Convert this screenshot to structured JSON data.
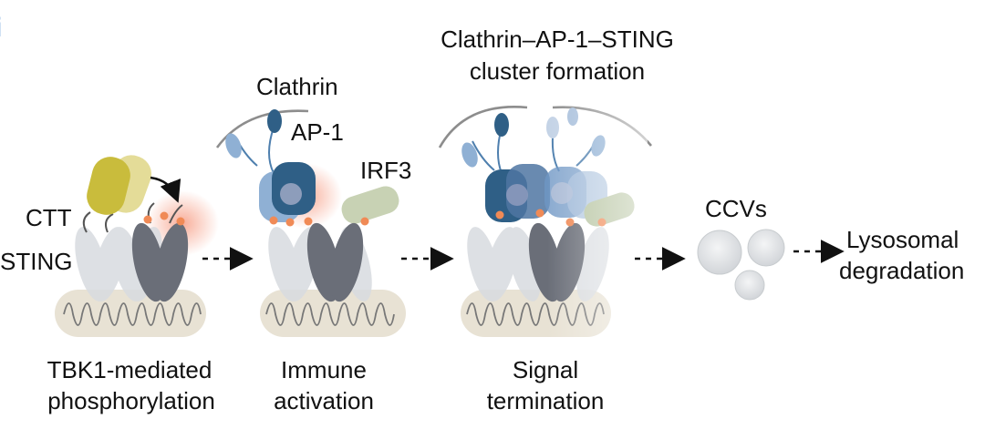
{
  "panel_letter": "i",
  "labels": {
    "ctt": "CTT",
    "sting": "STING",
    "clathrin": "Clathrin",
    "ap1": "AP-1",
    "irf3": "IRF3",
    "cluster_title_line1": "Clathrin–AP-1–STING",
    "cluster_title_line2": "cluster formation",
    "ccvs": "CCVs",
    "lysosomal_line1": "Lysosomal",
    "lysosomal_line2": "degradation"
  },
  "stages": [
    {
      "line1": "TBK1-mediated",
      "line2": "phosphorylation"
    },
    {
      "line1": "Immune",
      "line2": "activation"
    },
    {
      "line1": "Signal",
      "line2": "termination"
    }
  ],
  "colors": {
    "tbk1": "#c9bc3c",
    "ap1_dark": "#2f5f86",
    "ap1_mid": "#6e96c4",
    "clathrin": "#9a9a9a",
    "sting_dark": "#6a6e78",
    "sting_light": "#cfd2d8",
    "membrane": "#e8e2d4",
    "irf3": "#b9c6a4",
    "phospho": "#f08a56",
    "ccv": "#d9dcdf"
  }
}
